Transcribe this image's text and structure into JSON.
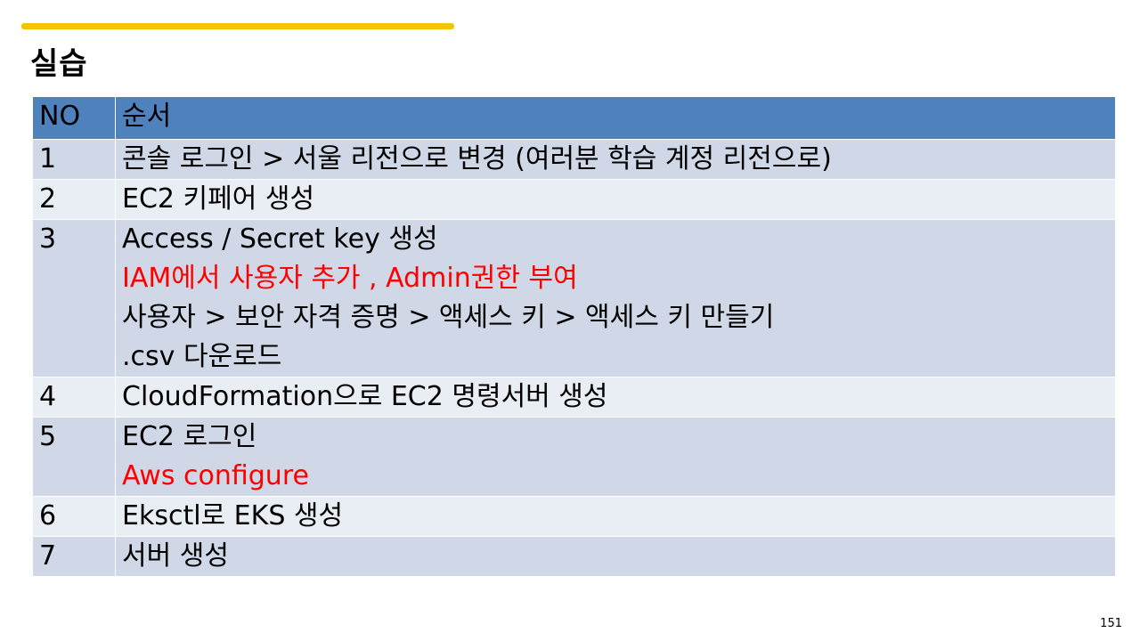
{
  "slide": {
    "title": "실습",
    "page_number": "151"
  },
  "table": {
    "headers": [
      "NO",
      "순서"
    ],
    "rows": [
      {
        "no": "1",
        "lines": [
          {
            "text": "콘솔 로그인 > 서울 리전으로 변경 (여러분 학습 계정 리전으로)",
            "color": "#000000"
          }
        ]
      },
      {
        "no": "2",
        "lines": [
          {
            "text": "EC2 키페어 생성",
            "color": "#000000"
          }
        ]
      },
      {
        "no": "3",
        "lines": [
          {
            "text": "Access / Secret key 생성",
            "color": "#000000"
          },
          {
            "text": "IAM에서  사용자 추가 , Admin권한 부여",
            "color": "#ff0000"
          },
          {
            "text": "사용자 > 보안 자격 증명 > 액세스 키 > 액세스 키 만들기",
            "color": "#000000"
          },
          {
            "text": ".csv 다운로드",
            "color": "#000000"
          }
        ]
      },
      {
        "no": "4",
        "lines": [
          {
            "text": "CloudFormation으로 EC2 명령서버 생성",
            "color": "#000000"
          }
        ]
      },
      {
        "no": "5",
        "lines": [
          {
            "text": "EC2 로그인",
            "color": "#000000"
          },
          {
            "text": "Aws configure",
            "color": "#ff0000"
          }
        ]
      },
      {
        "no": "6",
        "lines": [
          {
            "text": "Eksctl로 EKS 생성",
            "color": "#000000"
          }
        ]
      },
      {
        "no": "7",
        "lines": [
          {
            "text": "서버 생성",
            "color": "#000000"
          }
        ]
      }
    ]
  },
  "colors": {
    "accent_bar": "#f5c400",
    "header_bg": "#4f81bd",
    "row_odd_bg": "#d0d8e8",
    "row_even_bg": "#e9edf4",
    "highlight_text": "#ff0000"
  }
}
